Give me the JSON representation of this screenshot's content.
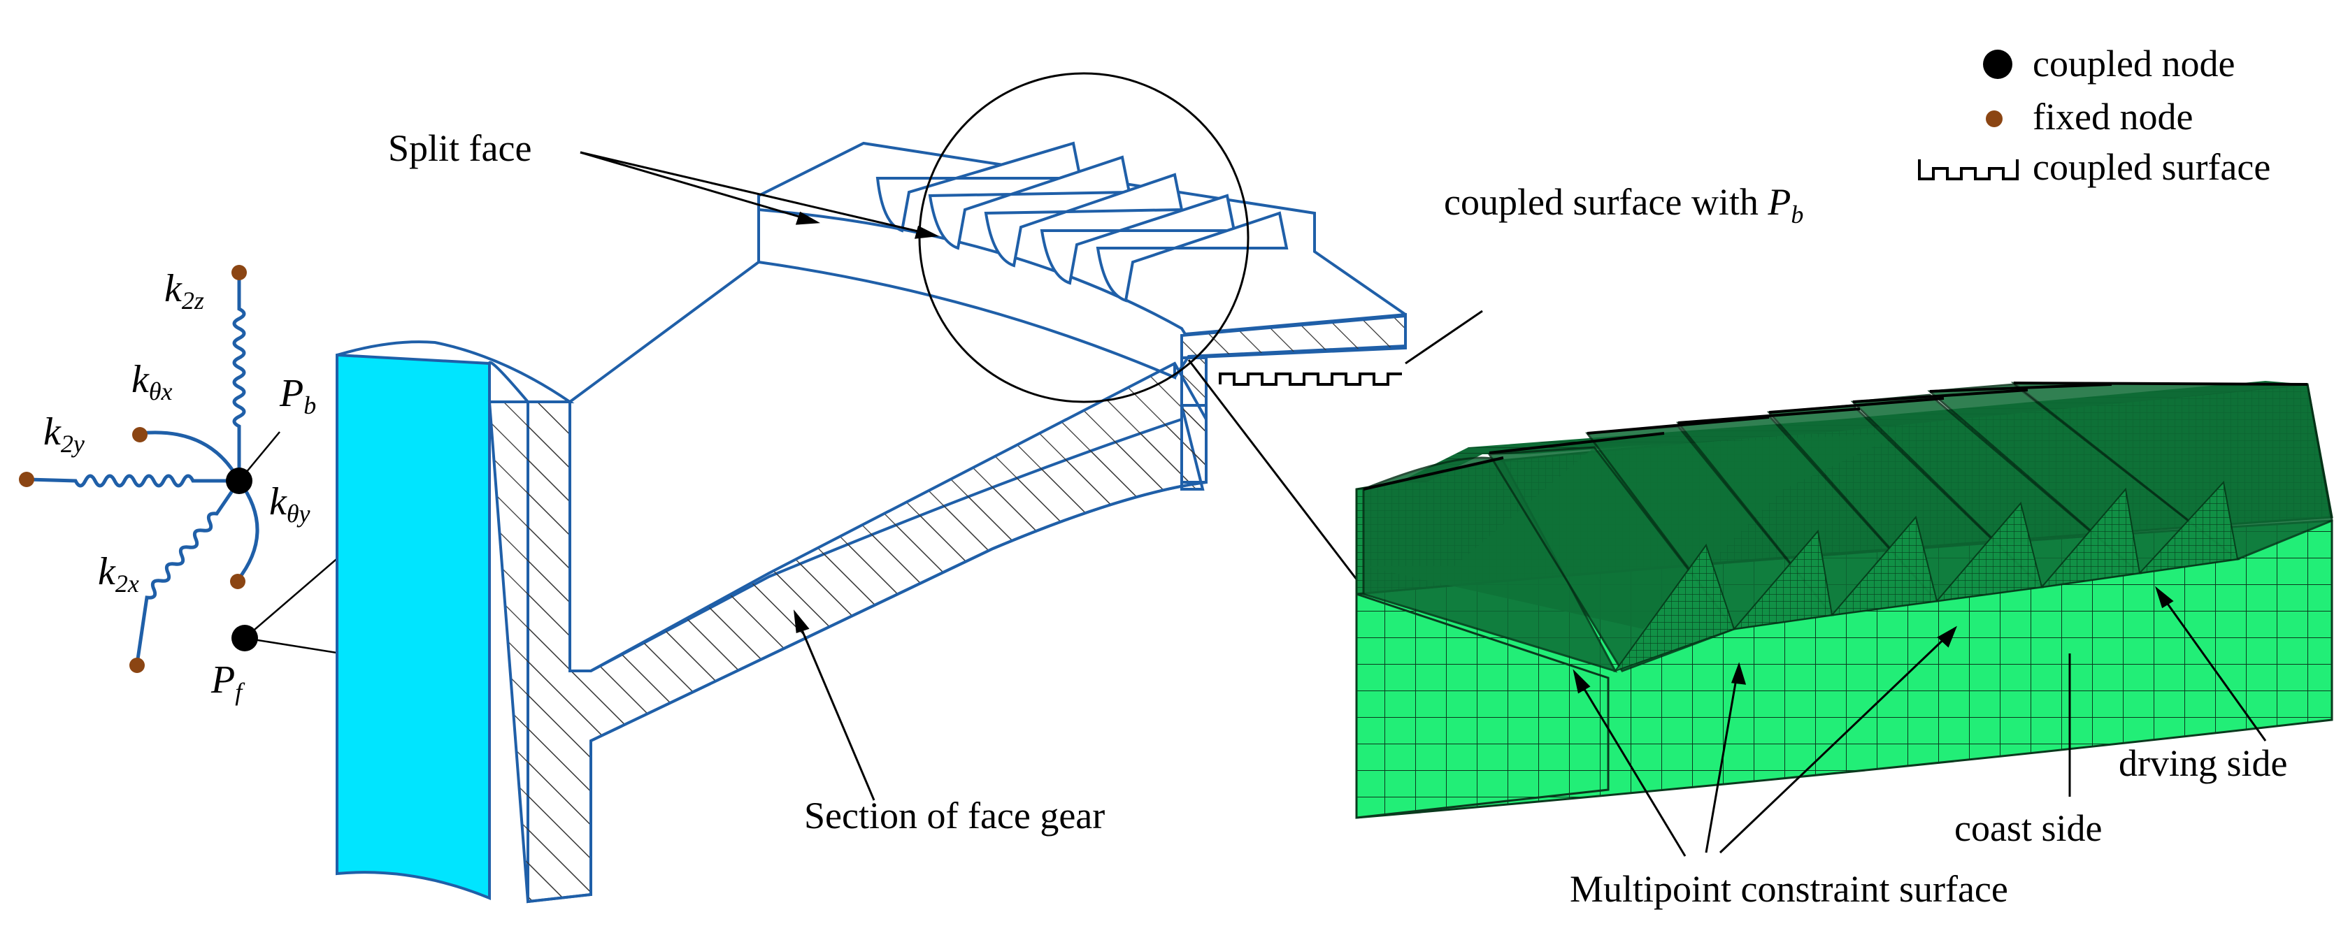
{
  "legend": {
    "coupled_node": "coupled node",
    "fixed_node": "fixed node",
    "coupled_surface": "coupled surface"
  },
  "labels": {
    "split_face": "Split face",
    "coupled_surface_with": "coupled surface with ",
    "coupled_surface_sym": "P",
    "coupled_surface_sub": "b",
    "section": "Section of face gear",
    "multipoint": "Multipoint constraint surface",
    "coast_side": "coast side",
    "driving_side": "drving side"
  },
  "springs": {
    "k": "k",
    "k2z_sub": "2z",
    "k2y_sub": "2y",
    "k2x_sub": "2x",
    "ktx_sub": "θx",
    "kty_sub": "θy",
    "p": "P",
    "pb_sub": "b",
    "pf_sub": "f"
  },
  "colors": {
    "outline": "#1f5fa8",
    "hatch": "#333333",
    "cyan_face": "#00e5ff",
    "mesh_light": "#22ee77",
    "mesh_dark": "#0e6b35",
    "fixed_node": "#8b4513",
    "coupled_node": "#000000"
  }
}
